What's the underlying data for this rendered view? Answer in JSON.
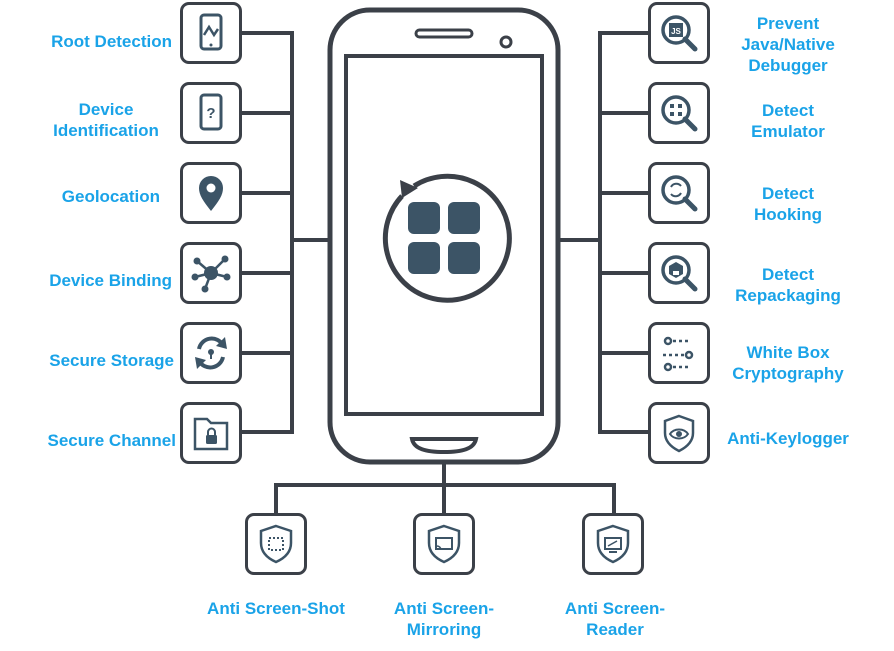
{
  "colors": {
    "label": "#1aa3e8",
    "stroke": "#3b4048",
    "icon_fill": "#3c5466"
  },
  "left_features": [
    {
      "label": "Root Detection",
      "icon": "phone-trend-icon"
    },
    {
      "label": "Device Identification",
      "icon": "phone-question-icon"
    },
    {
      "label": "Geolocation",
      "icon": "location-pin-icon"
    },
    {
      "label": "Device Binding",
      "icon": "network-node-icon"
    },
    {
      "label": "Secure Storage",
      "icon": "lock-sync-icon"
    },
    {
      "label": "Secure Channel",
      "icon": "folder-lock-icon"
    }
  ],
  "right_features": [
    {
      "label": "Prevent Java/Native Debugger",
      "icon": "js-magnifier-icon"
    },
    {
      "label": "Detect Emulator",
      "icon": "emulator-magnifier-icon"
    },
    {
      "label": "Detect Hooking",
      "icon": "hook-magnifier-icon"
    },
    {
      "label": "Detect Repackaging",
      "icon": "package-magnifier-icon"
    },
    {
      "label": "White Box Cryptography",
      "icon": "crypto-key-icon"
    },
    {
      "label": "Anti-Keylogger",
      "icon": "shield-eye-icon"
    }
  ],
  "bottom_features": [
    {
      "label": "Anti Screen-Shot",
      "icon": "shield-screenshot-icon"
    },
    {
      "label": "Anti Screen-Mirroring",
      "icon": "shield-cast-icon"
    },
    {
      "label": "Anti Screen-Reader",
      "icon": "shield-reader-icon"
    }
  ],
  "center": {
    "icon": "app-grid-refresh-icon"
  }
}
